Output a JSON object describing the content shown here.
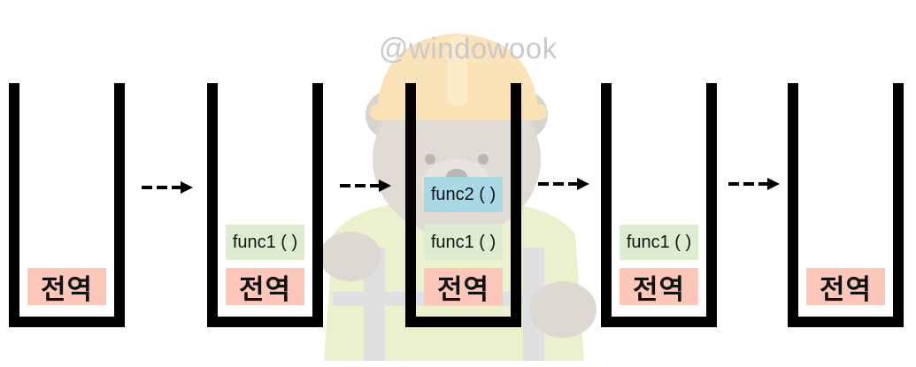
{
  "watermark": "@windowook",
  "colors": {
    "stack_wall": "#000000",
    "global_frame": "#fdc8b9",
    "func1_frame": "#dcedd2",
    "func2_frame": "#a8d8e4",
    "watermark": "#c9c9c9"
  },
  "stacks": [
    {
      "frames": [
        {
          "label": "전역",
          "kind": "global"
        }
      ]
    },
    {
      "frames": [
        {
          "label": "func1 ( )",
          "kind": "func1"
        },
        {
          "label": "전역",
          "kind": "global"
        }
      ]
    },
    {
      "frames": [
        {
          "label": "func2 ( )",
          "kind": "func2"
        },
        {
          "label": "func1 ( )",
          "kind": "func1"
        },
        {
          "label": "전역",
          "kind": "global"
        }
      ]
    },
    {
      "frames": [
        {
          "label": "func1 ( )",
          "kind": "func1"
        },
        {
          "label": "전역",
          "kind": "global"
        }
      ]
    },
    {
      "frames": [
        {
          "label": "전역",
          "kind": "global"
        }
      ]
    }
  ],
  "arrow_style": "dashed-right-arrow"
}
